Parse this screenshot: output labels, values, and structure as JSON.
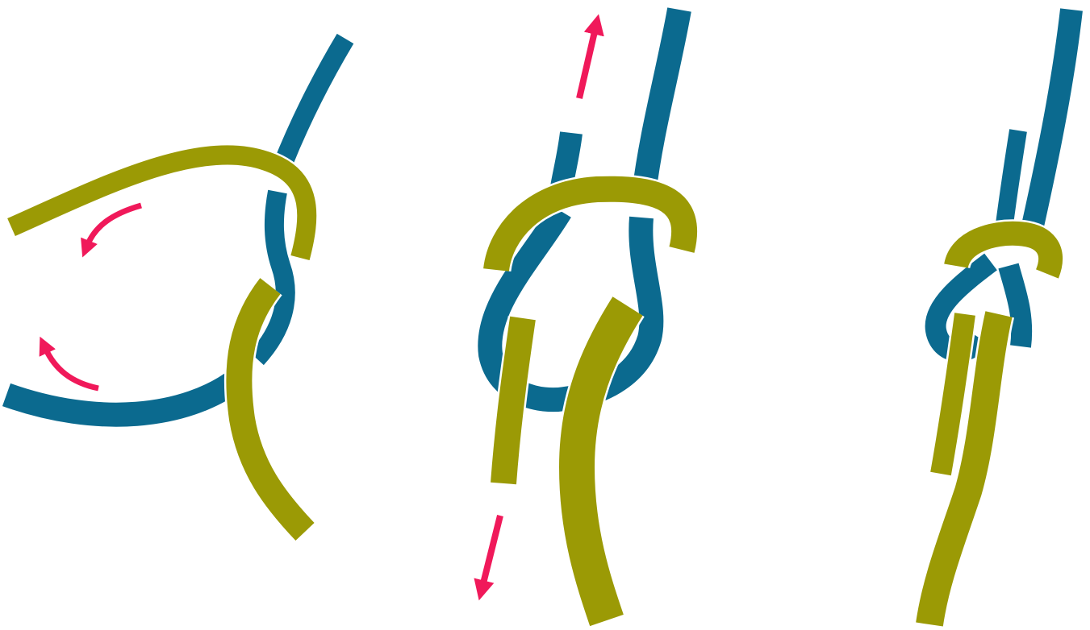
{
  "diagram": {
    "type": "knot-tying-steps",
    "step_count": 3,
    "colors": {
      "rope_a": "#0b6a8f",
      "rope_b": "#9b9a05",
      "arrow": "#f0195a",
      "background": "#ffffff"
    },
    "steps": [
      {
        "id": "step-1",
        "arrows": [
          "curved-arrow",
          "curved-arrow"
        ]
      },
      {
        "id": "step-2",
        "arrows": [
          "straight-arrow-up",
          "straight-arrow-down"
        ]
      },
      {
        "id": "step-3",
        "arrows": []
      }
    ]
  }
}
